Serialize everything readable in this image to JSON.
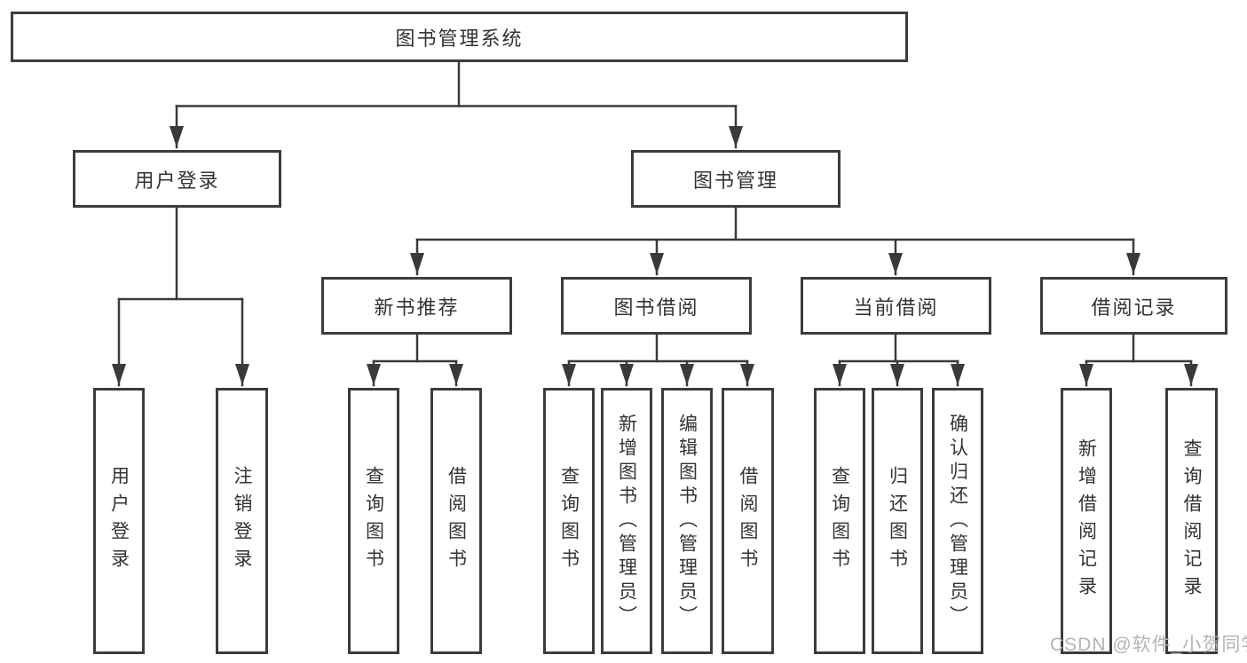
{
  "nodes": {
    "root": "图书管理系统",
    "user_login": "用户登录",
    "book_mgmt": "图书管理",
    "new_book_rec": "新书推荐",
    "book_borrow": "图书借阅",
    "current_borrow": "当前借阅",
    "borrow_records": "借阅记录",
    "leaf_user_login": "用户登录",
    "leaf_logout": "注销登录",
    "leaf_query_book_1": "查询图书",
    "leaf_borrow_book_1": "借阅图书",
    "leaf_query_book_2": "查询图书",
    "leaf_add_book": "新增图书（管理员）",
    "leaf_edit_book": "编辑图书（管理员）",
    "leaf_borrow_book_2": "借阅图书",
    "leaf_query_book_3": "查询图书",
    "leaf_return_book": "归还图书",
    "leaf_confirm_return": "确认归还（管理员）",
    "leaf_add_borrow_record": "新增借阅记录",
    "leaf_query_borrow_record": "查询借阅记录"
  },
  "watermark": "CSDN @软件_小贺同学",
  "colors": {
    "line": "#3a3a3a",
    "box_border": "#3c3c3c",
    "text": "#333333",
    "watermark": "#b4b4b4"
  }
}
